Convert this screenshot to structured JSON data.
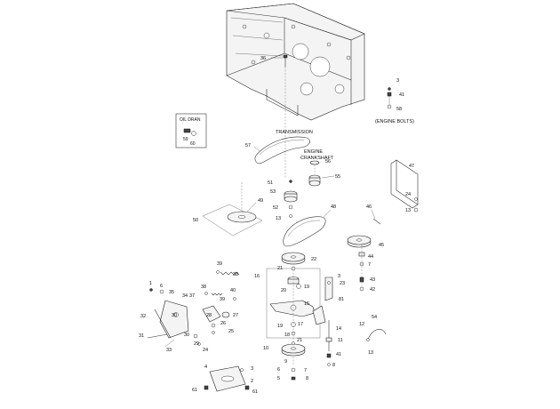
{
  "captions": {
    "transmission": "TRANSMISSION",
    "engine": "ENGINE",
    "crankshaft": "CRANKSHAFT",
    "engine_bolts": "(ENGINE BOLTS)",
    "oil_drain": "OIL DRAN"
  },
  "callouts": {
    "n36": "36",
    "n3a": "3",
    "n41a": "41",
    "n58a": "58",
    "n59": "59",
    "n60": "60",
    "n57": "57",
    "n56": "56",
    "n55": "55",
    "n47": "47",
    "n51": "51",
    "n53": "53",
    "n49": "49",
    "n52": "52",
    "n13a": "13",
    "n50": "50",
    "n48": "48",
    "n24a": "24",
    "n13b": "13",
    "n46": "46",
    "n45": "45",
    "n22": "22",
    "n44": "44",
    "n7a": "7",
    "n39a": "39",
    "n38a": "38",
    "n21a": "21",
    "n3b": "3",
    "n16": "16",
    "n23": "23",
    "n43": "43",
    "n42": "42",
    "n1": "1",
    "n6": "6",
    "n35": "35",
    "n34": "34",
    "n37": "37",
    "n38b": "38",
    "n40": "40",
    "n39b": "39",
    "n20": "20",
    "n19a": "19",
    "n81": "81",
    "n15": "15",
    "n28": "28",
    "n27": "27",
    "n26": "26",
    "n32": "32",
    "n30a": "30",
    "n25": "25",
    "n54": "54",
    "n12": "12",
    "n17": "17",
    "n19b": "19",
    "n31": "31",
    "n30b": "30",
    "n29": "29",
    "n24b": "24",
    "n33": "33",
    "n18": "18",
    "n14": "14",
    "n11": "11",
    "n41b": "41",
    "n8a": "8",
    "n10": "10",
    "n21b": "21",
    "n13c": "13",
    "n9": "9",
    "n7b": "7",
    "n4": "4",
    "n3c": "3",
    "n8b": "8",
    "n6b": "6",
    "n5": "5",
    "n2": "2",
    "n61a": "61",
    "n61b": "61"
  }
}
